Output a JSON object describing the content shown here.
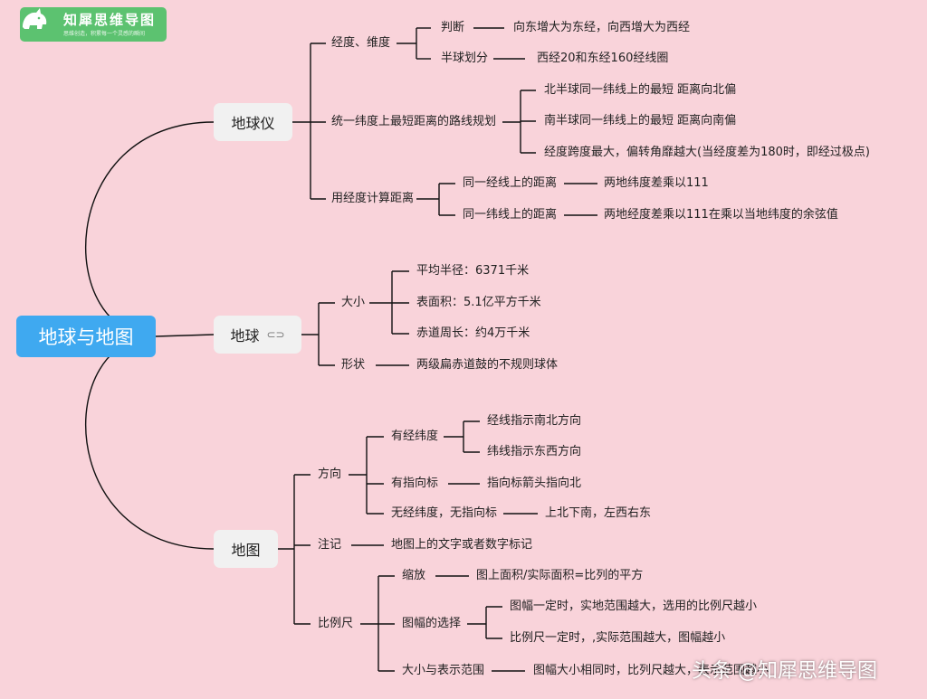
{
  "logo": {
    "name": "知犀思维导图",
    "slogan": "思维创造，积累每一个灵感的瞬间",
    "icon": "rhino-icon"
  },
  "watermark": "头条 @知犀思维导图",
  "root": "地球与地图",
  "branches": {
    "globe_instrument": {
      "label": "地球仪",
      "lon_lat": {
        "label": "经度、维度",
        "judge": {
          "label": "判断",
          "detail": "向东增大为东经，向西增大为西经"
        },
        "hemisphere": {
          "label": "半球划分",
          "detail": "西经20和东经160经线圈"
        }
      },
      "route": {
        "label": "统一纬度上最短距离的路线规划",
        "items": [
          "北半球同一纬线上的最短 距离向北偏",
          "南半球同一纬线上的最短 距离向南偏",
          "经度跨度最大，偏转角靡越大(当经度差为180时，即经过极点)"
        ]
      },
      "distance": {
        "label": "用经度计算距离",
        "same_meridian": {
          "label": "同一经线上的距离",
          "detail": "两地纬度差乘以111"
        },
        "same_parallel": {
          "label": "同一纬线上的距离",
          "detail": "两地经度差乘以111在乘以当地纬度的余弦值"
        }
      }
    },
    "earth": {
      "label": "地球",
      "link_icon": "link-icon",
      "size": {
        "label": "大小",
        "items": [
          "平均半径：6371千米",
          "表面积：5.1亿平方千米",
          "赤道周长：约4万千米"
        ]
      },
      "shape": {
        "label": "形状",
        "detail": "两级扁赤道鼓的不规则球体"
      }
    },
    "map": {
      "label": "地图",
      "direction": {
        "label": "方向",
        "grid": {
          "label": "有经纬度",
          "items": [
            "经线指示南北方向",
            "纬线指示东西方向"
          ]
        },
        "arrow": {
          "label": "有指向标",
          "detail": "指向标箭头指向北"
        },
        "none": {
          "label": "无经纬度，无指向标",
          "detail": "上北下南，左西右东"
        }
      },
      "notes": {
        "label": "注记",
        "detail": "地图上的文字或者数字标记"
      },
      "scale": {
        "label": "比例尺",
        "zoom": {
          "label": "缩放",
          "detail": "图上面积/实际面积=比列的平方"
        },
        "choice": {
          "label": "图幅的选择",
          "items": [
            "图幅一定时，实地范围越大，选用的比例尺越小",
            "比例尺一定时，,实际范围越大，图幅越小"
          ]
        },
        "size_range": {
          "label": "大小与表示范围",
          "detail": "图幅大小相同时，比列尺越大，表示范围越小"
        }
      }
    }
  }
}
